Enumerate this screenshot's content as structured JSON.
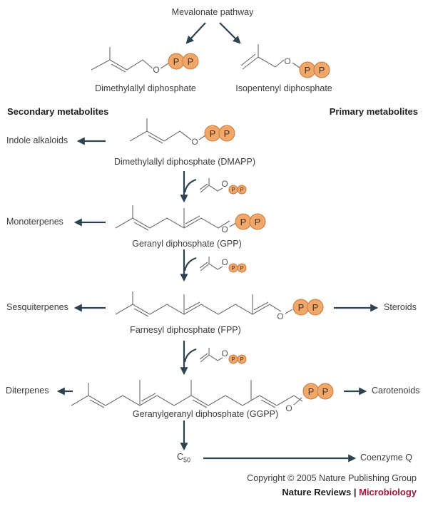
{
  "title": "Mevalonate pathway",
  "top_products": {
    "left": "Dimethylallyl diphosphate",
    "right": "Isopentenyl diphosphate"
  },
  "column_headers": {
    "left": "Secondary metabolites",
    "right": "Primary metabolites"
  },
  "phosphate_label": "P",
  "oxygen_label": "O",
  "colors": {
    "arrow": "#2e4350",
    "phosphate_fill": "#f0a86a",
    "brand_accent": "#9b1b3f"
  },
  "chain": [
    {
      "name": "Dimethylallyl diphosphate (DMAPP)",
      "secondary": "Indole alkaloids",
      "primary": ""
    },
    {
      "name": "Geranyl diphosphate (GPP)",
      "secondary": "Monoterpenes",
      "primary": ""
    },
    {
      "name": "Farnesyl diphosphate (FPP)",
      "secondary": "Sesquiterpenes",
      "primary": "Steroids"
    },
    {
      "name": "Geranylgeranyl diphosphate (GGPP)",
      "secondary": "Diterpenes",
      "primary": "Carotenoids"
    }
  ],
  "c50": {
    "base": "C",
    "subscript": "50",
    "product": "Coenzyme Q"
  },
  "footer": {
    "copyright": "Copyright © 2005 Nature Publishing Group",
    "journal": "Nature Reviews",
    "separator": " | ",
    "section": "Microbiology"
  }
}
